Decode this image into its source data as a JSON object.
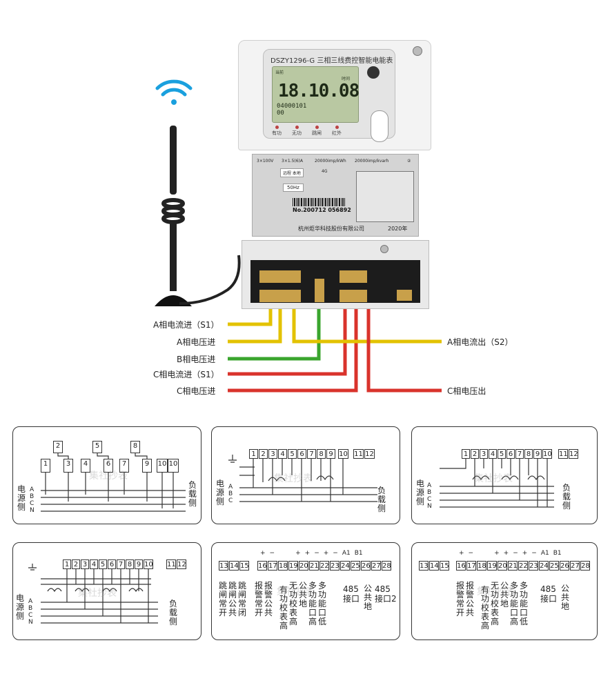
{
  "meter": {
    "model": "DSZY1296-G 三相三线费控智能电能表",
    "lcd_label_left": "当前",
    "lcd_label_right": "时间",
    "lcd_digits": "18.10.08",
    "lcd_code": "04000101",
    "lcd_code2": "00",
    "leds": [
      "有功",
      "无功",
      "跳闸",
      "红外"
    ],
    "rating1": "3×100V",
    "rating2": "3×1.5(6)A",
    "const1": "20000imp/kWh",
    "const2": "20000imp/kvarh",
    "class": "②",
    "mode": "远程 本地",
    "network": "4G",
    "freq": "50Hz",
    "serial": "No.200712 056892",
    "manufacturer": "杭州炬华科技股份有限公司",
    "year": "2020年"
  },
  "wires": {
    "left": [
      {
        "label": "A相电流进（S1）",
        "color": "#e3c200"
      },
      {
        "label": "A相电压进",
        "color": "#e3c200"
      },
      {
        "label": "B相电压进",
        "color": "#3aa52e"
      },
      {
        "label": "C相电流进（S1）",
        "color": "#d9332c"
      },
      {
        "label": "C相电压进",
        "color": "#d9332c"
      }
    ],
    "right": [
      {
        "label": "A相电流出（S2）",
        "color": "#e3c200"
      },
      {
        "label": "C相电压出",
        "color": "#d9332c"
      }
    ]
  },
  "panels": {
    "p1": {
      "top_boxes": [
        "2",
        "5",
        "8"
      ],
      "boxes": [
        "1",
        "3",
        "4",
        "6",
        "7",
        "9",
        "10",
        "10"
      ],
      "left_label": [
        "电",
        "源",
        "侧"
      ],
      "right_label": [
        "负",
        "载",
        "侧"
      ],
      "phases": [
        "A",
        "B",
        "C",
        "N"
      ]
    },
    "p2": {
      "boxes": [
        "1",
        "2",
        "3",
        "4",
        "5",
        "6",
        "7",
        "8",
        "9",
        "10",
        "11",
        "12"
      ],
      "left_label": [
        "电",
        "源",
        "侧"
      ],
      "right_label": [
        "负",
        "载",
        "侧"
      ],
      "phases": [
        "A",
        "B",
        "C"
      ]
    },
    "p3": {
      "boxes": [
        "1",
        "2",
        "3",
        "4",
        "5",
        "6",
        "7",
        "8",
        "9",
        "10",
        "11",
        "12"
      ],
      "left_label": [
        "电",
        "源",
        "侧"
      ],
      "right_label": [
        "负",
        "载",
        "侧"
      ],
      "phases": [
        "A",
        "B",
        "C",
        "N"
      ]
    },
    "p4": {
      "boxes": [
        "1",
        "2",
        "3",
        "4",
        "5",
        "6",
        "7",
        "8",
        "9",
        "10",
        "11",
        "12"
      ],
      "left_label": [
        "电",
        "源",
        "侧"
      ],
      "right_label": [
        "负",
        "载",
        "侧"
      ],
      "phases": [
        "A",
        "B",
        "C",
        "N"
      ]
    },
    "p5": {
      "boxes_a": [
        "13",
        "14",
        "15"
      ],
      "boxes_b": [
        "16",
        "17",
        "18",
        "19",
        "20",
        "21",
        "22",
        "23",
        "24",
        "25",
        "26",
        "27",
        "28"
      ],
      "polarity": [
        "+",
        "−",
        "+",
        "+",
        "−",
        "+",
        "−",
        "A1",
        "B1"
      ],
      "cols": [
        [
          "跳",
          "闸",
          "常",
          "开"
        ],
        [
          "跳",
          "闸",
          "公",
          "共"
        ],
        [
          "跳",
          "闸",
          "常",
          "闭"
        ],
        [
          "报",
          "警",
          "常",
          "开"
        ],
        [
          "报",
          "警",
          "公",
          "共"
        ],
        [
          "有",
          "功",
          "校",
          "表",
          "高"
        ],
        [
          "无",
          "功",
          "校",
          "表",
          "高"
        ],
        [
          "公",
          "共",
          "地"
        ],
        [
          "多",
          "功",
          "能",
          "口",
          "高"
        ],
        [
          "多",
          "功",
          "能",
          "口",
          "低"
        ]
      ],
      "label_485_1": "485",
      "label_485_1b": "接口",
      "label_gnd": [
        "公",
        "共",
        "地"
      ],
      "label_485_2": "485",
      "label_485_2b": "接口2"
    },
    "p6": {
      "boxes_a": [
        "13",
        "14",
        "15"
      ],
      "boxes_b": [
        "16",
        "17",
        "18",
        "19",
        "20",
        "21",
        "22",
        "23",
        "24",
        "25",
        "26",
        "27",
        "28"
      ],
      "polarity": [
        "+",
        "−",
        "+",
        "+",
        "−",
        "+",
        "−",
        "A1",
        "B1"
      ],
      "cols": [
        [
          "报",
          "警",
          "常",
          "开"
        ],
        [
          "报",
          "警",
          "公",
          "共"
        ],
        [
          "有",
          "功",
          "校",
          "表",
          "高"
        ],
        [
          "无",
          "功",
          "校",
          "表",
          "高"
        ],
        [
          "公",
          "共",
          "地"
        ],
        [
          "多",
          "功",
          "能",
          "口",
          "高"
        ],
        [
          "多",
          "功",
          "能",
          "口",
          "低"
        ]
      ],
      "label_485": "485",
      "label_485b": "接口",
      "label_gnd": [
        "公",
        "共",
        "地"
      ]
    }
  },
  "watermark": "集社抄表"
}
